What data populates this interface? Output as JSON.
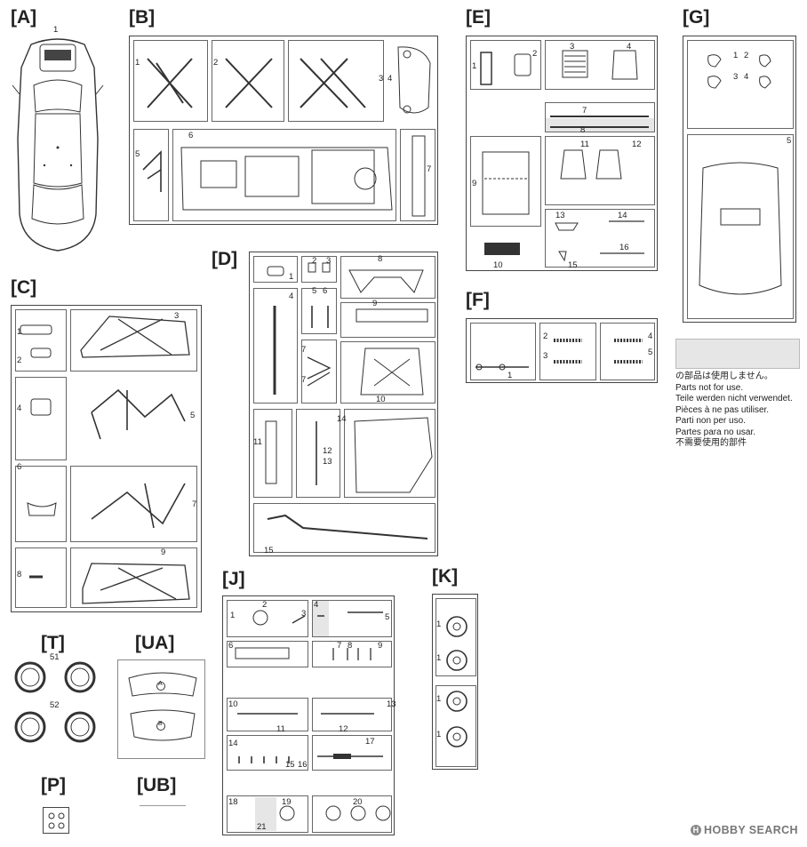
{
  "sprues": {
    "A": {
      "label": "[A]",
      "parts": [
        "1"
      ]
    },
    "B": {
      "label": "[B]",
      "parts": [
        "1",
        "2",
        "3",
        "4",
        "5",
        "6",
        "7"
      ]
    },
    "C": {
      "label": "[C]",
      "parts": [
        "1",
        "2",
        "3",
        "4",
        "5",
        "6",
        "7",
        "8",
        "9"
      ]
    },
    "D": {
      "label": "[D]",
      "parts": [
        "1",
        "2",
        "3",
        "4",
        "5",
        "6",
        "7",
        "7",
        "8",
        "9",
        "10",
        "11",
        "12",
        "13",
        "14",
        "15"
      ]
    },
    "E": {
      "label": "[E]",
      "parts": [
        "1",
        "2",
        "3",
        "4",
        "7",
        "8",
        "9",
        "10",
        "11",
        "12",
        "13",
        "14",
        "15",
        "16"
      ]
    },
    "F": {
      "label": "[F]",
      "parts": [
        "1",
        "2",
        "3",
        "4",
        "5"
      ]
    },
    "G": {
      "label": "[G]",
      "parts": [
        "1",
        "2",
        "3",
        "4",
        "5"
      ]
    },
    "J": {
      "label": "[J]",
      "parts": [
        "1",
        "2",
        "3",
        "4",
        "5",
        "6",
        "7",
        "8",
        "9",
        "10",
        "11",
        "12",
        "13",
        "14",
        "15",
        "16",
        "17",
        "18",
        "19",
        "20",
        "21"
      ]
    },
    "K": {
      "label": "[K]",
      "parts": [
        "1",
        "1",
        "1",
        "1"
      ]
    },
    "T": {
      "label": "[T]",
      "parts": [
        "51",
        "52"
      ]
    },
    "UA": {
      "label": "[UA]",
      "parts": [
        "A",
        "B"
      ]
    },
    "P": {
      "label": "[P]"
    },
    "UB": {
      "label": "[UB]"
    }
  },
  "legend": {
    "lines": [
      "の部品は使用しません。",
      "Parts not for use.",
      "Teile werden nicht verwendet.",
      "Pièces à ne pas utiliser.",
      "Parti non per uso.",
      "Partes para no usar.",
      "不需要使用的部件"
    ],
    "swatch_color": "#e6e6e6"
  },
  "watermark": {
    "text": "HOBBY SEARCH",
    "mark": "H"
  }
}
